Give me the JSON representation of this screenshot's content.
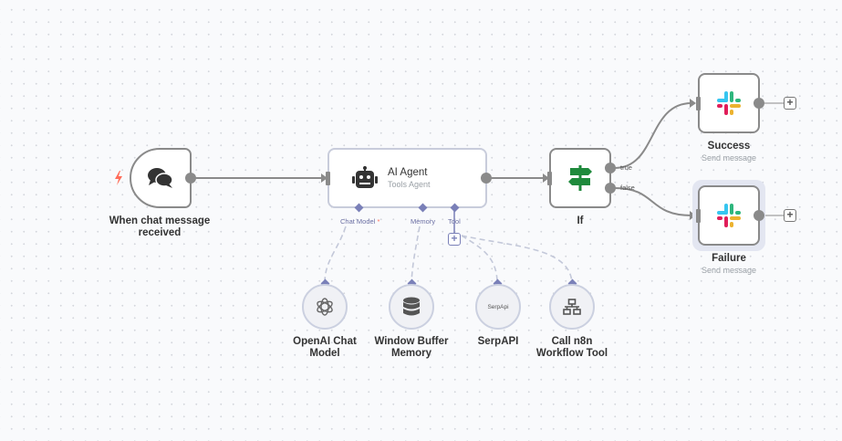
{
  "workflow": {
    "nodes": {
      "trigger": {
        "label_line1": "When chat message",
        "label_line2": "received",
        "icon": "chat-bubbles-icon",
        "badge_icon": "lightning-icon",
        "badge_color": "#ff6d5a"
      },
      "agent": {
        "title": "AI Agent",
        "subtitle": "Tools Agent",
        "icon": "robot-icon",
        "ports": {
          "chat_model": "Chat Model",
          "required_mark": "*",
          "memory": "Memory",
          "tool": "Tool"
        }
      },
      "if": {
        "label": "If",
        "icon": "signpost-icon",
        "icon_color": "#1f8a3c",
        "outputs": {
          "true": "true",
          "false": "false"
        }
      },
      "success": {
        "label": "Success",
        "subtitle": "Send message",
        "icon": "slack-icon"
      },
      "failure": {
        "label": "Failure",
        "subtitle": "Send message",
        "icon": "slack-icon",
        "selected": true
      },
      "openai": {
        "label_line1": "OpenAI Chat",
        "label_line2": "Model",
        "icon": "openai-icon"
      },
      "memory": {
        "label_line1": "Window Buffer",
        "label_line2": "Memory",
        "icon": "database-icon"
      },
      "serpapi": {
        "label": "SerpAPI",
        "icon_text": "SerpApi"
      },
      "workflow_tool": {
        "label_line1": "Call n8n",
        "label_line2": "Workflow Tool",
        "icon": "sitemap-icon"
      }
    },
    "add_symbol": "+"
  },
  "colors": {
    "canvas_bg": "#f9fafc",
    "edge": "#8a8a8a",
    "sub_edge": "#c3c8d9",
    "port": "#7a80b8",
    "required": "#ff6d5a"
  }
}
